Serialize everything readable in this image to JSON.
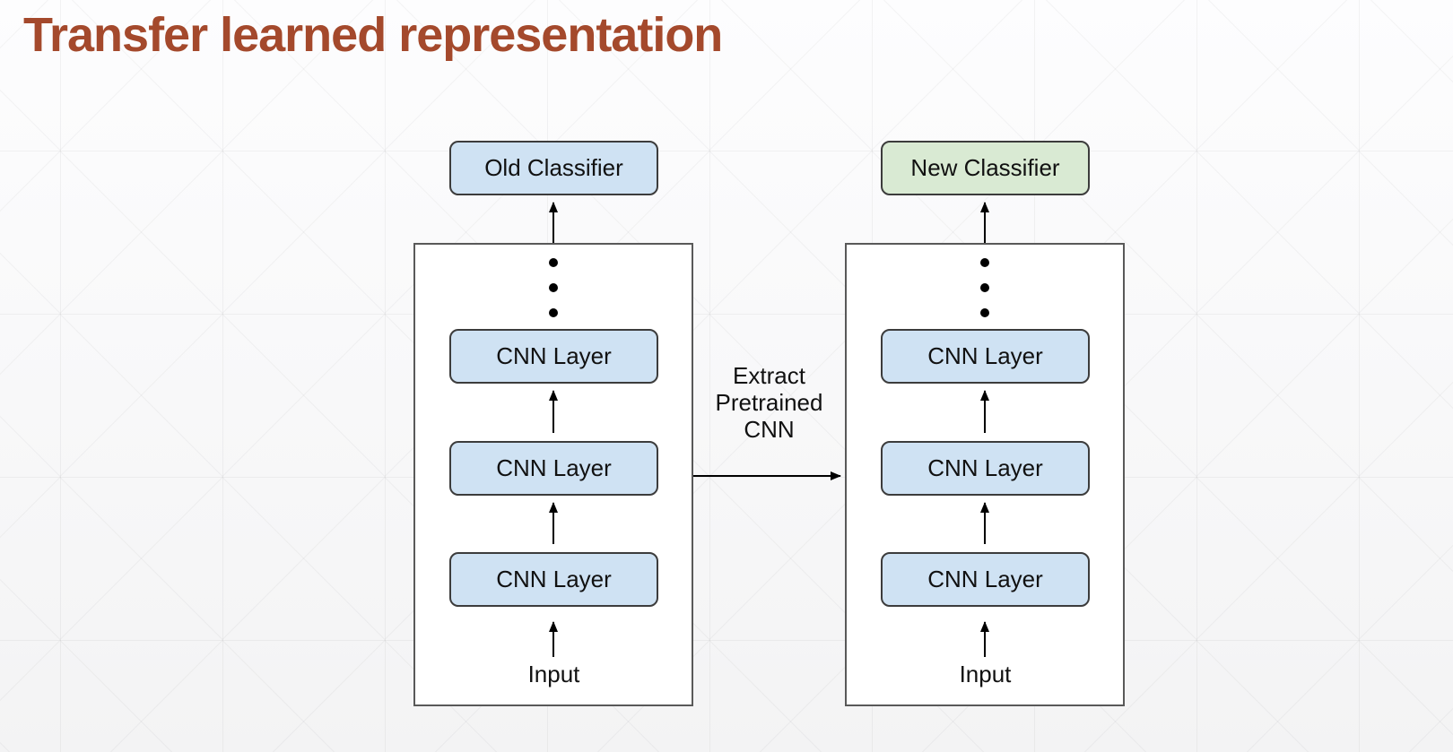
{
  "slide": {
    "title": "Transfer learned representation"
  },
  "diagram": {
    "old_model": {
      "classifier_label": "Old Classifier",
      "layers": [
        "CNN Layer",
        "CNN Layer",
        "CNN Layer"
      ],
      "input_label": "Input",
      "ellipsis_dots_count": 3
    },
    "new_model": {
      "classifier_label": "New Classifier",
      "layers": [
        "CNN Layer",
        "CNN Layer",
        "CNN Layer"
      ],
      "input_label": "Input",
      "ellipsis_dots_count": 3
    },
    "transfer_arrow": {
      "lines": [
        "Extract",
        "Pretrained",
        "CNN"
      ]
    }
  },
  "colors": {
    "title": "#A4492C",
    "classifier_old_fill": "#CFE2F3",
    "classifier_new_fill": "#D9EAD3",
    "cnn_layer_fill": "#CFE2F3",
    "box_border": "#3C3C3C",
    "container_border": "#595959",
    "arrow": "#000000"
  }
}
